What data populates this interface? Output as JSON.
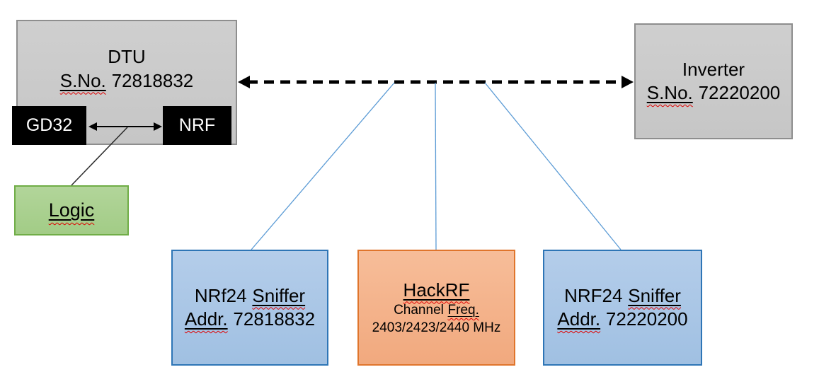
{
  "palette": {
    "box_gray_fill": "#c9c9c9",
    "box_gray_border": "#8e8e8e",
    "box_blue_fill": "#aac7e6",
    "box_blue_border": "#2e75b6",
    "box_orange_fill": "#f4b183",
    "box_orange_border": "#e0752c",
    "box_green_fill": "#a9d18e",
    "box_green_border": "#70ad47",
    "chip_fill": "#000000",
    "chip_text": "#ffffff",
    "connector_blue": "#5b9bd5",
    "arrow_black": "#000000",
    "spellcheck_red": "#e00000"
  },
  "dtu": {
    "title": "DTU",
    "serial_label": "S.No.",
    "serial_number": "72818832",
    "chip_left": "GD32",
    "chip_right": "NRF"
  },
  "logic": {
    "label": "Logic"
  },
  "inverter": {
    "title": "Inverter",
    "serial_label": "S.No.",
    "serial_number": "72220200"
  },
  "sniffer_left": {
    "name": "NRf24",
    "role": "Sniffer",
    "addr_label": "Addr.",
    "addr_value": "72818832"
  },
  "hackrf": {
    "title": "HackRF",
    "channel_word": "Channel",
    "freq_word": "Freq.",
    "frequencies": "2403/2423/2440 MHz"
  },
  "sniffer_right": {
    "name": "NRF24",
    "role": "Sniffer",
    "addr_label": "Addr.",
    "addr_value": "72220200"
  }
}
